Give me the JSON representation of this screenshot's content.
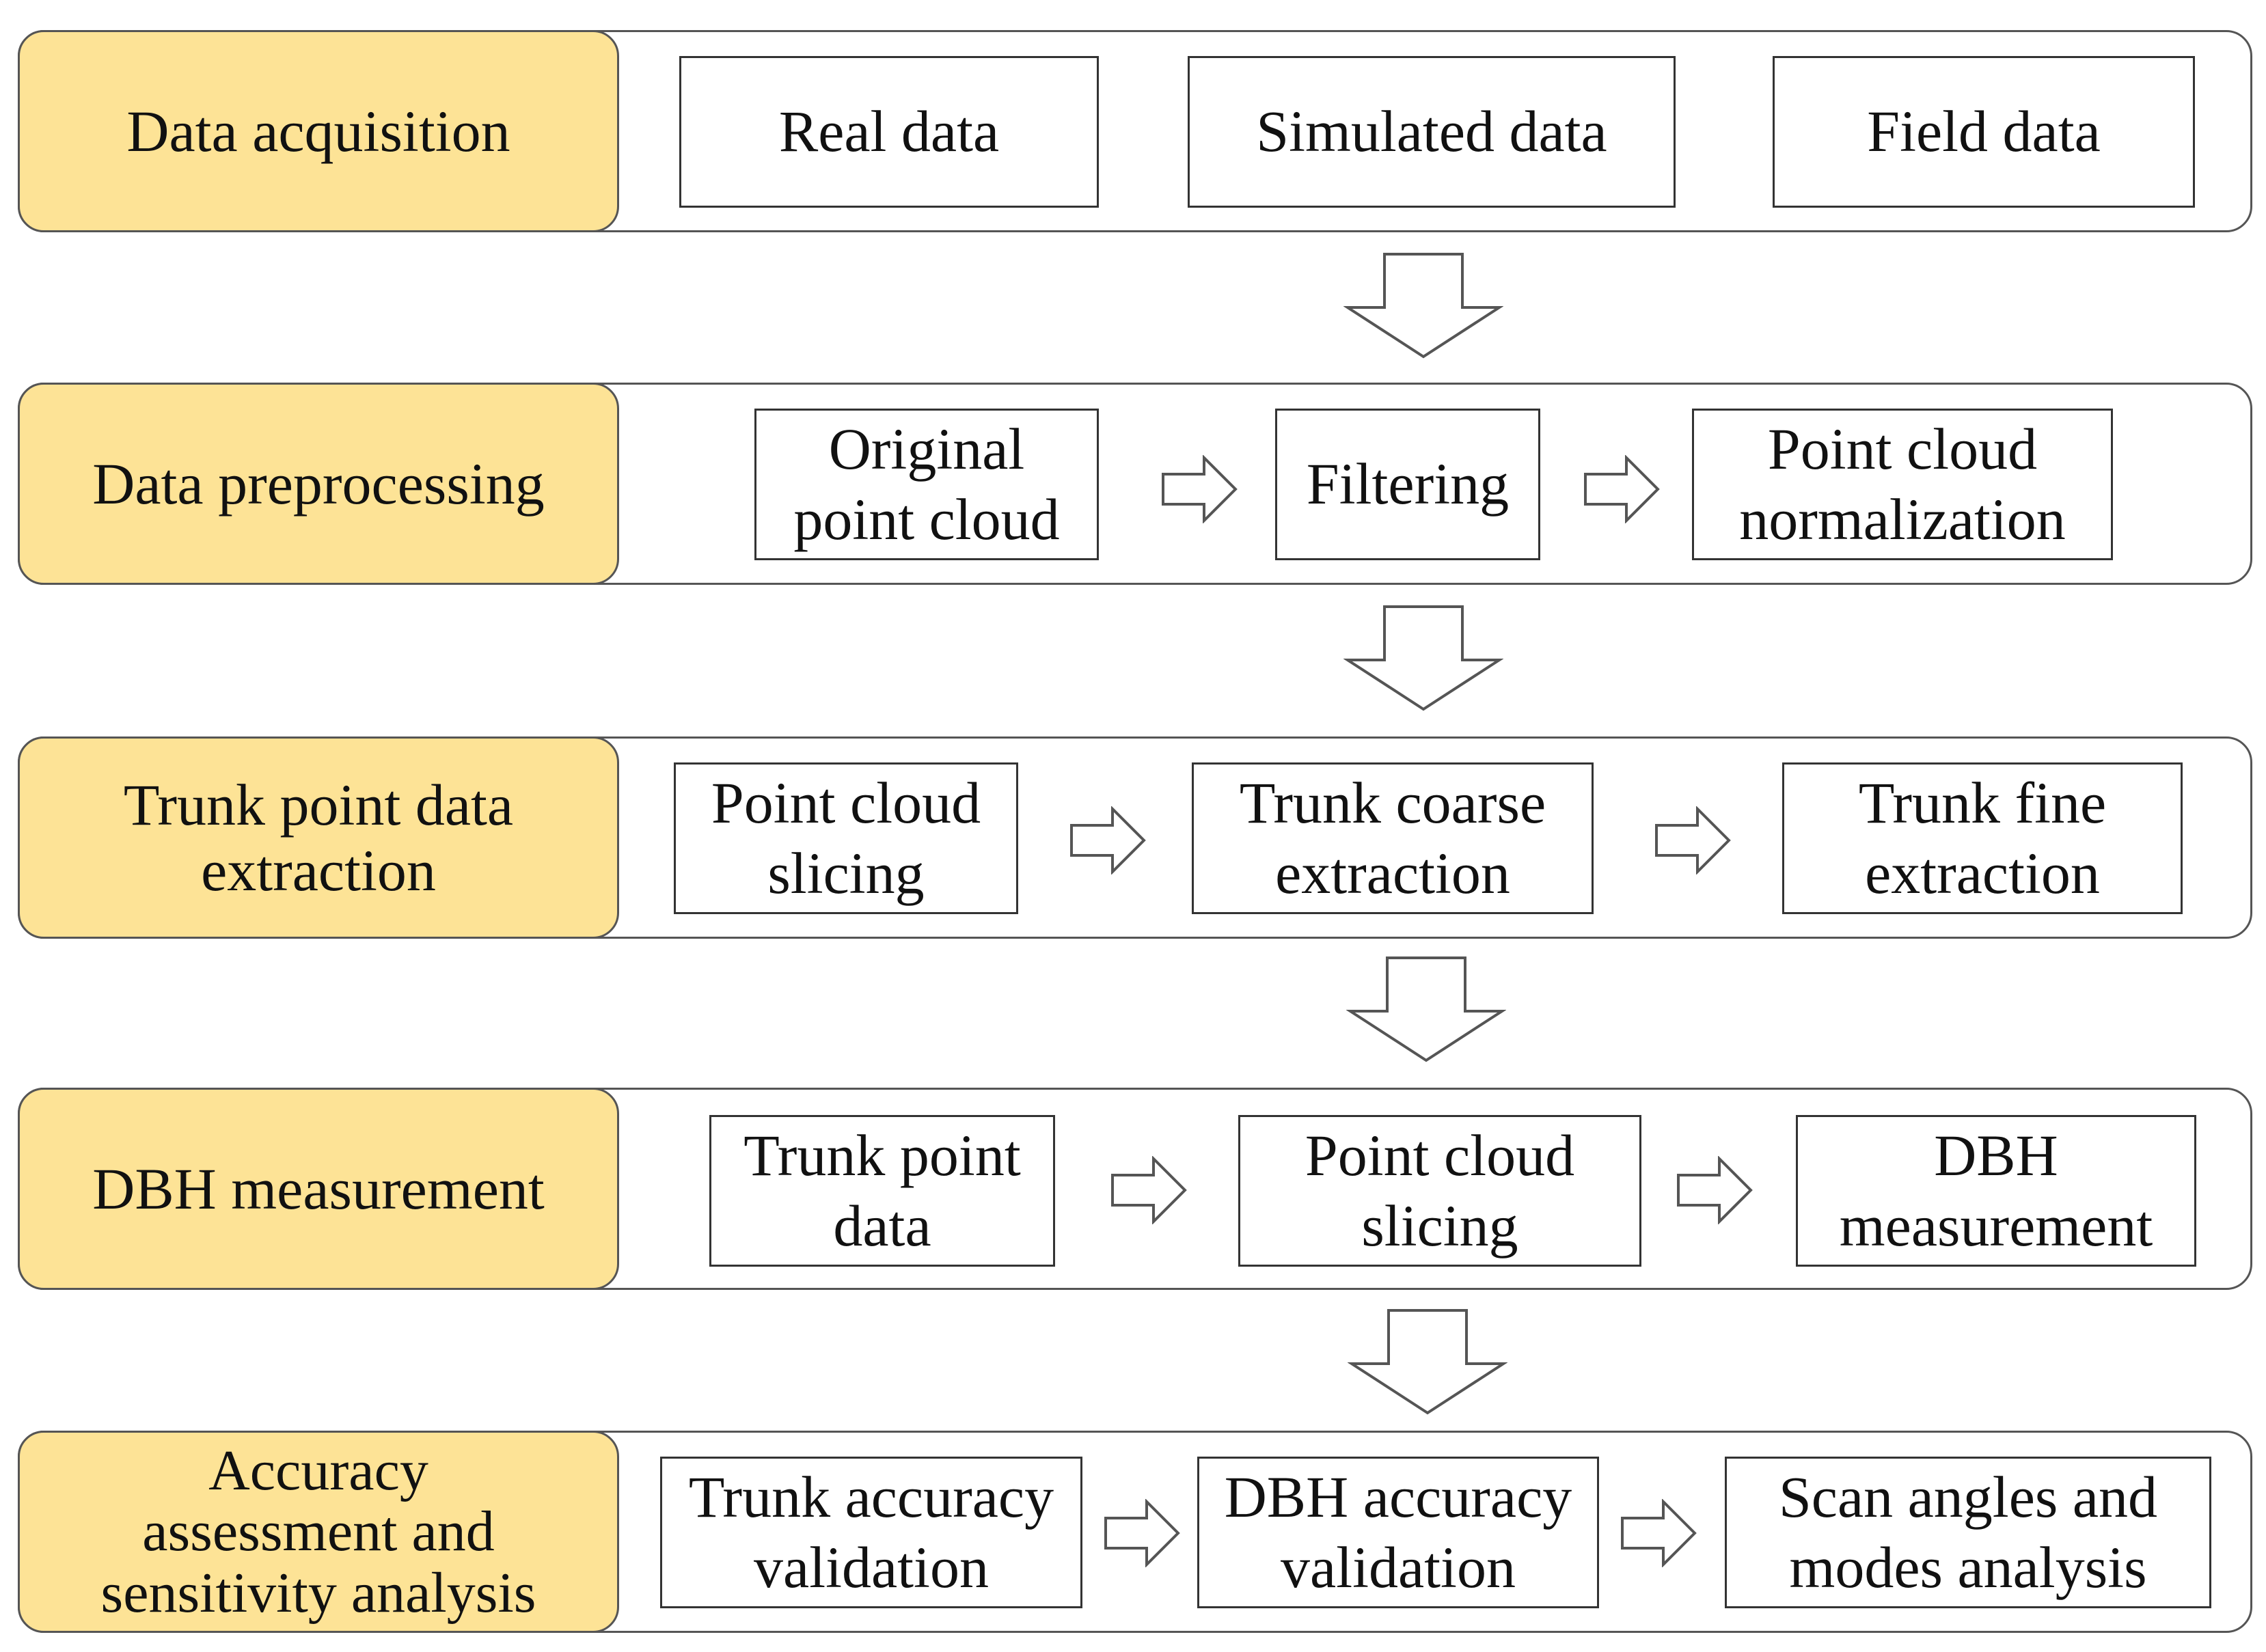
{
  "colors": {
    "stage_fill": "#fde396",
    "border": "#555555",
    "box_border": "#333333"
  },
  "stages": [
    {
      "label": "Data acquisition",
      "steps": [
        "Real data",
        "Simulated data",
        "Field data"
      ]
    },
    {
      "label": "Data preprocessing",
      "steps": [
        "Original\npoint cloud",
        "Filtering",
        "Point cloud\nnormalization"
      ]
    },
    {
      "label": "Trunk point data\nextraction",
      "steps": [
        "Point cloud\nslicing",
        "Trunk coarse\nextraction",
        "Trunk fine\nextraction"
      ]
    },
    {
      "label": "DBH measurement",
      "steps": [
        "Trunk point\ndata",
        "Point cloud\nslicing",
        "DBH\nmeasurement"
      ]
    },
    {
      "label": "Accuracy\nassessment and\nsensitivity analysis",
      "steps": [
        "Trunk accuracy\nvalidation",
        "DBH accuracy\nvalidation",
        "Scan angles and\nmodes analysis"
      ]
    }
  ]
}
